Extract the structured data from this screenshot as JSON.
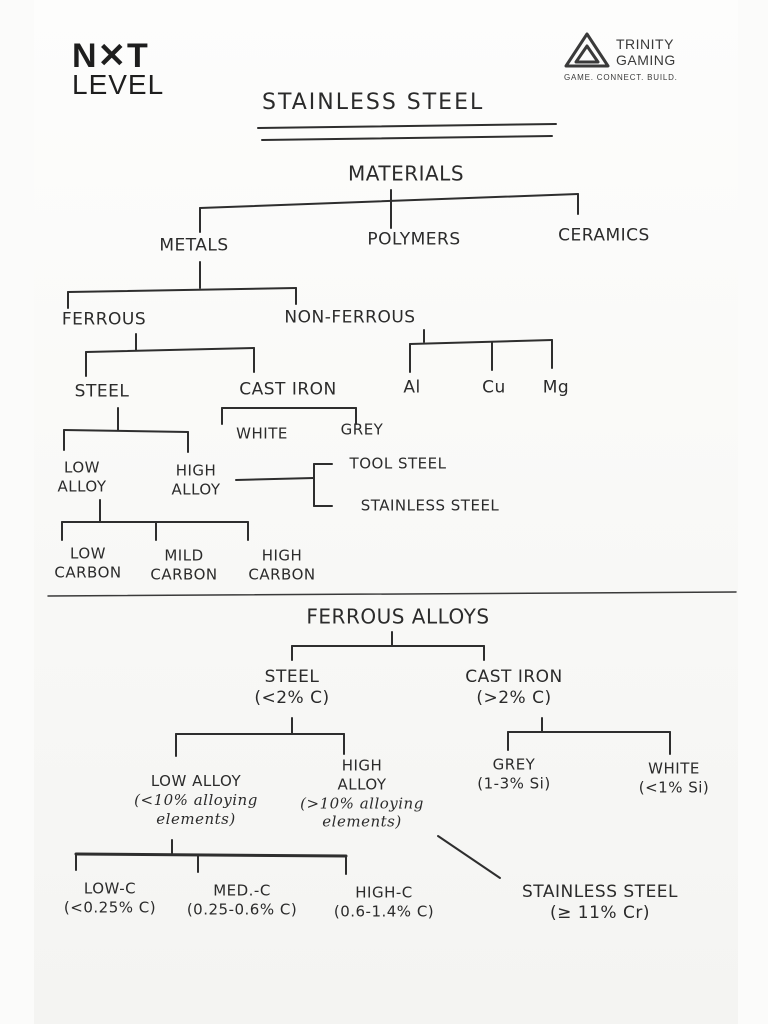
{
  "logos": {
    "next_level": {
      "line1": "N✕T",
      "line2": "LEVEL"
    },
    "trinity_gaming": {
      "name_line1": "TRINITY",
      "name_line2": "GAMING",
      "tagline": "GAME. CONNECT. BUILD."
    }
  },
  "title": "STAINLESS STEEL",
  "top_tree": {
    "materials": "MATERIALS",
    "metals": "METALS",
    "polymers": "POLYMERS",
    "ceramics": "CERAMICS",
    "ferrous": "FERROUS",
    "non_ferrous": "NON-FERROUS",
    "steel": "STEEL",
    "cast_iron": "CAST IRON",
    "al": "Al",
    "cu": "Cu",
    "mg": "Mg",
    "white": "WHITE",
    "grey": "GREY",
    "low_alloy": {
      "line1": "LOW",
      "line2": "ALLOY"
    },
    "high_alloy": {
      "line1": "HIGH",
      "line2": "ALLOY"
    },
    "tool_steel": "TOOL STEEL",
    "stainless_steel": "STAINLESS STEEL",
    "low_carbon": {
      "line1": "LOW",
      "line2": "CARBON"
    },
    "mild_carbon": {
      "line1": "MILD",
      "line2": "CARBON"
    },
    "high_carbon": {
      "line1": "HIGH",
      "line2": "CARBON"
    }
  },
  "bottom_tree": {
    "ferrous_alloys": "FERROUS ALLOYS",
    "steel": {
      "name": "STEEL",
      "detail": "(<2% C)"
    },
    "cast_iron": {
      "name": "CAST IRON",
      "detail": "(>2% C)"
    },
    "low_alloy": {
      "name": "LOW ALLOY",
      "detail1": "(<10% alloying",
      "detail2": "elements)"
    },
    "high_alloy": {
      "name1": "HIGH",
      "name2": "ALLOY",
      "detail1": "(>10% alloying",
      "detail2": "elements)"
    },
    "grey": {
      "name": "GREY",
      "detail": "(1-3% Si)"
    },
    "white": {
      "name": "WHITE",
      "detail": "(<1% Si)"
    },
    "low_c": {
      "name": "LOW-C",
      "detail": "(<0.25% C)"
    },
    "med_c": {
      "name": "MED.-C",
      "detail": "(0.25-0.6% C)"
    },
    "high_c": {
      "name": "HIGH-C",
      "detail": "(0.6-1.4% C)"
    },
    "stainless_steel": {
      "name": "STAINLESS STEEL",
      "detail": "(≥ 11% Cr)"
    }
  }
}
